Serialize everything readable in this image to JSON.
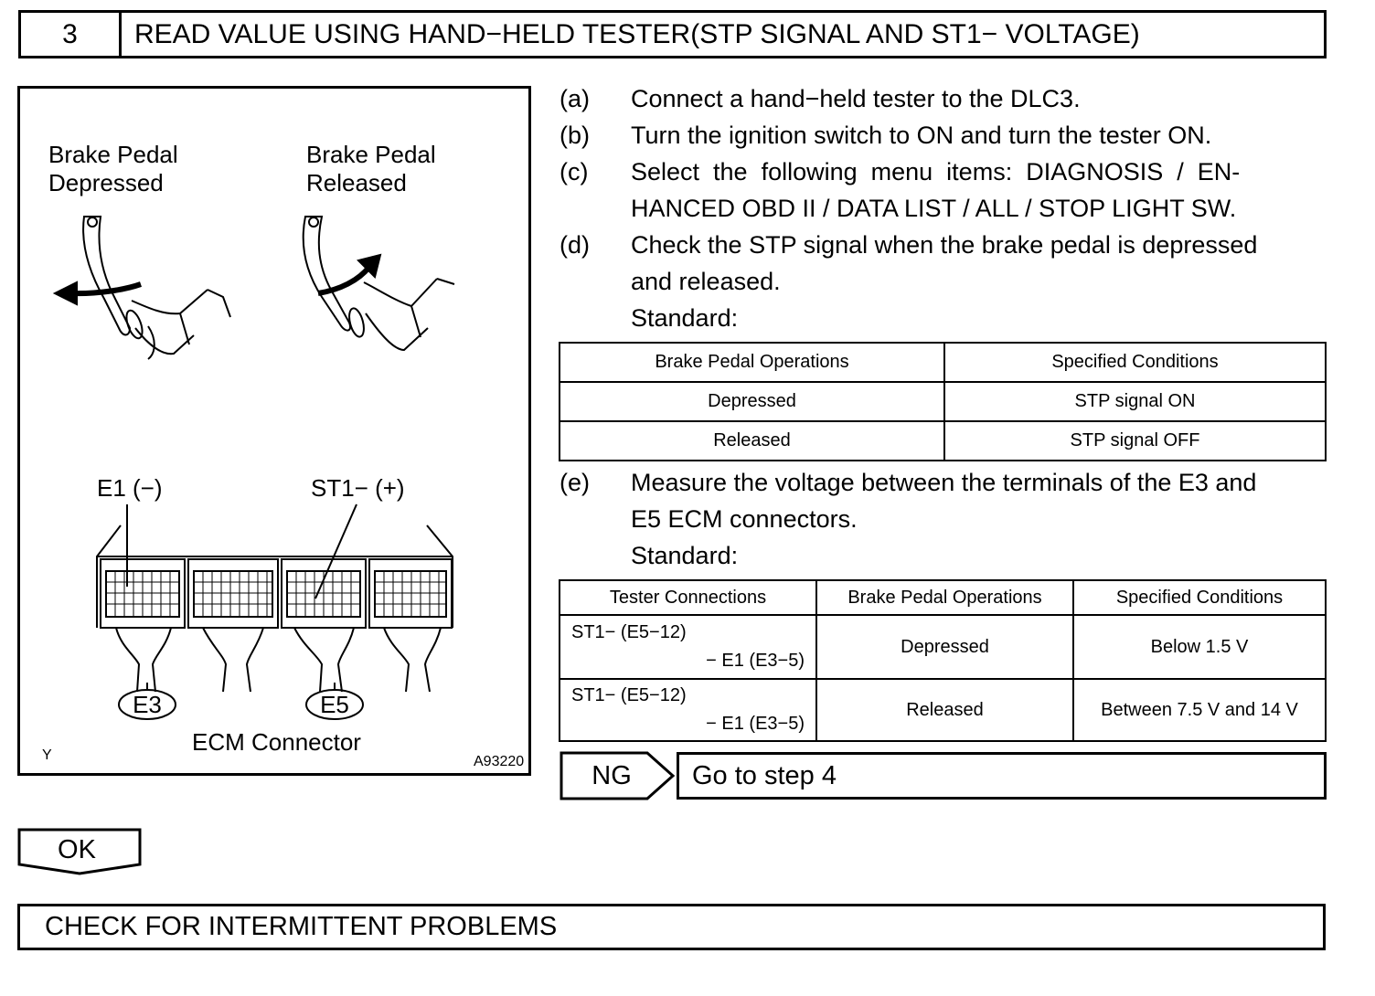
{
  "header": {
    "step_number": "3",
    "title": "READ VALUE USING HAND−HELD TESTER(STP SIGNAL AND ST1− VOLTAGE)"
  },
  "figure": {
    "label_depressed_1": "Brake Pedal",
    "label_depressed_2": "Depressed",
    "label_released_1": "Brake Pedal",
    "label_released_2": "Released",
    "label_e1": "E1 (−)",
    "label_st1": "ST1− (+)",
    "connector_e3": "E3",
    "connector_e5": "E5",
    "caption": "ECM Connector",
    "corner_code": "Y",
    "figure_id": "A93220"
  },
  "steps": [
    {
      "label": "(a)",
      "lines": [
        "Connect a hand−held tester to the DLC3."
      ]
    },
    {
      "label": "(b)",
      "lines": [
        "Turn the ignition switch to ON and turn the tester ON."
      ]
    },
    {
      "label": "(c)",
      "lines": [
        "Select  the  following  menu  items:  DIAGNOSIS  /  EN-",
        "HANCED OBD II / DATA LIST / ALL / STOP LIGHT SW."
      ]
    },
    {
      "label": "(d)",
      "lines": [
        "Check the STP signal when the brake pedal is depressed",
        "and released.",
        "Standard:"
      ]
    },
    {
      "label": "(e)",
      "lines": [
        "Measure the voltage between the terminals of the E3 and",
        "E5 ECM connectors.",
        "Standard:"
      ]
    }
  ],
  "table1": {
    "headers": [
      "Brake Pedal Operations",
      "Specified Conditions"
    ],
    "rows": [
      [
        "Depressed",
        "STP signal ON"
      ],
      [
        "Released",
        "STP signal OFF"
      ]
    ]
  },
  "table2": {
    "headers": [
      "Tester Connections",
      "Brake Pedal Operations",
      "Specified Conditions"
    ],
    "rows": [
      {
        "conn_a": "ST1− (E5−12)",
        "conn_b": "− E1 (E3−5)",
        "op": "Depressed",
        "cond": "Below 1.5 V"
      },
      {
        "conn_a": "ST1− (E5−12)",
        "conn_b": "− E1 (E3−5)",
        "op": "Released",
        "cond": "Between 7.5 V and 14 V"
      }
    ]
  },
  "ng": {
    "label": "NG",
    "target": "Go to step 4"
  },
  "ok": {
    "label": "OK"
  },
  "final": {
    "text": "CHECK FOR INTERMITTENT PROBLEMS"
  }
}
